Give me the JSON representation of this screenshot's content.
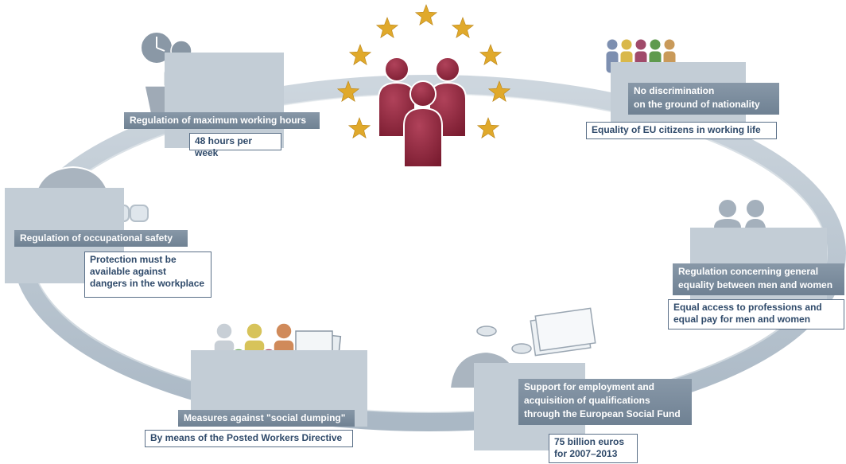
{
  "items": [
    {
      "id": "working-hours",
      "label": "Regulation of maximum working hours",
      "detail": "48 hours per week"
    },
    {
      "id": "nationality",
      "label": "No discrimination\non the ground of nationality",
      "detail": "Equality of EU citizens in working life"
    },
    {
      "id": "occupational-safety",
      "label": "Regulation of occupational safety",
      "detail": "Protection must be\n available against\ndangers in the workplace"
    },
    {
      "id": "gender-equality",
      "label": "Regulation concerning general\nequality between men and women",
      "detail": "Equal access to professions and\nequal pay for men and women"
    },
    {
      "id": "social-dumping",
      "label": "Measures against \"social dumping\"",
      "detail": "By means of the Posted Workers Directive"
    },
    {
      "id": "social-fund",
      "label": "Support for employment and\nacquisition of qualifications\nthrough the European Social Fund",
      "detail": "75 billion euros\nfor 2007–2013"
    }
  ],
  "colors": {
    "ring": "#b8c4cf",
    "panel": "#c3cdd6",
    "label_bg": "#7a8b9c",
    "detail_border": "#5b7088",
    "detail_text": "#2f4a6a",
    "star": "#e0a92b",
    "people": "#8a2438",
    "figure_grey": "#8896a4"
  },
  "icons": [
    "clock-icon",
    "worker-desk-icon",
    "hard-hat-icon",
    "safety-goggles-icon",
    "people-colored-icon",
    "man-woman-icon",
    "workers-colored-icon",
    "paragraph-document-icon",
    "money-stack-icon",
    "coins-icon",
    "eu-stars-icon",
    "eu-citizens-icon"
  ]
}
